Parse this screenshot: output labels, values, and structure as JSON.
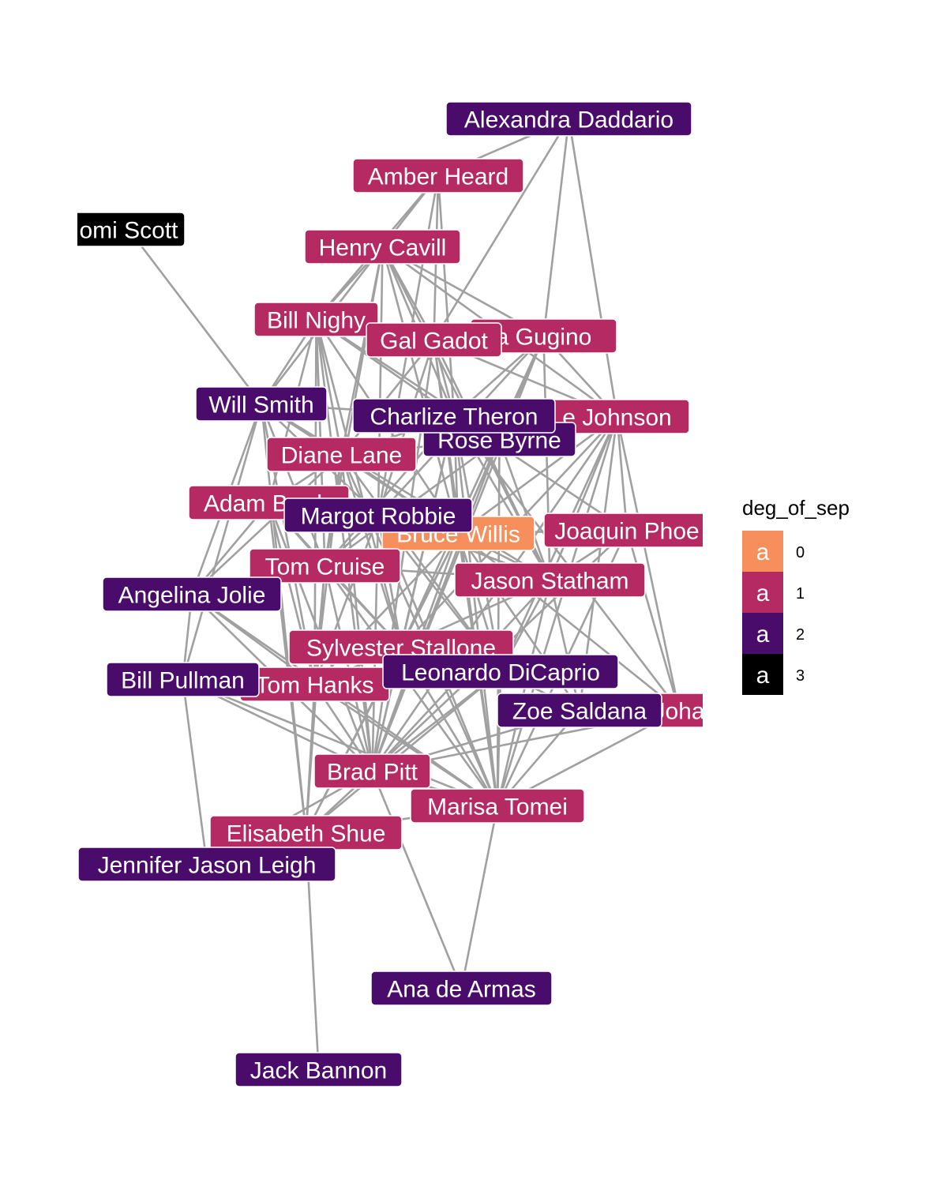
{
  "legend": {
    "title": "deg_of_sep",
    "key_glyph": "a",
    "items": [
      {
        "label": "0",
        "color": "#F68F5C"
      },
      {
        "label": "1",
        "color": "#B52A62"
      },
      {
        "label": "2",
        "color": "#4A0C6B"
      },
      {
        "label": "3",
        "color": "#000000"
      }
    ]
  },
  "edge_color": "#A0A0A0",
  "nodes": [
    {
      "id": "alexandra-daddario",
      "label": "Alexandra Daddario",
      "deg": 2
    },
    {
      "id": "amber-heard",
      "label": "Amber Heard",
      "deg": 1
    },
    {
      "id": "naomi-scott",
      "label": "omi Scott",
      "deg": 3
    },
    {
      "id": "henry-cavill",
      "label": "Henry Cavill",
      "deg": 1
    },
    {
      "id": "bill-nighy",
      "label": "Bill Nighy",
      "deg": 1
    },
    {
      "id": "carla-gugino",
      "label": "a Gugino",
      "deg": 1
    },
    {
      "id": "gal-gadot",
      "label": "Gal Gadot",
      "deg": 1
    },
    {
      "id": "will-smith",
      "label": "Will Smith",
      "deg": 2
    },
    {
      "id": "dwayne-johnson",
      "label": "e Johnson",
      "deg": 1
    },
    {
      "id": "rose-byrne",
      "label": "Rose Byrne",
      "deg": 2
    },
    {
      "id": "charlize-theron",
      "label": "Charlize Theron",
      "deg": 2
    },
    {
      "id": "diane-lane",
      "label": "Diane Lane",
      "deg": 1
    },
    {
      "id": "adam-brody",
      "label": "Adam Brody",
      "deg": 1
    },
    {
      "id": "bruce-willis",
      "label": "Bruce Willis",
      "deg": 0
    },
    {
      "id": "margot-robbie",
      "label": "Margot Robbie",
      "deg": 2
    },
    {
      "id": "joaquin-phoenix",
      "label": "Joaquin Phoe",
      "deg": 1
    },
    {
      "id": "tom-cruise",
      "label": "Tom Cruise",
      "deg": 1
    },
    {
      "id": "jason-statham",
      "label": "Jason Statham",
      "deg": 1
    },
    {
      "id": "angelina-jolie",
      "label": "Angelina Jolie",
      "deg": 2
    },
    {
      "id": "sylvester-stallone",
      "label": "Sylvester Stallone",
      "deg": 1
    },
    {
      "id": "tom-hanks",
      "label": "Tom Hanks",
      "deg": 1
    },
    {
      "id": "leonardo-dicaprio",
      "label": "Leonardo DiCaprio",
      "deg": 2
    },
    {
      "id": "bill-pullman",
      "label": "Bill Pullman",
      "deg": 2
    },
    {
      "id": "scarlett-johansson",
      "label": "Joha",
      "deg": 1
    },
    {
      "id": "zoe-saldana",
      "label": "Zoe Saldana",
      "deg": 2
    },
    {
      "id": "brad-pitt",
      "label": "Brad Pitt",
      "deg": 1
    },
    {
      "id": "marisa-tomei",
      "label": "Marisa Tomei",
      "deg": 1
    },
    {
      "id": "elisabeth-shue",
      "label": "Elisabeth Shue",
      "deg": 1
    },
    {
      "id": "jennifer-jason-leigh",
      "label": "Jennifer Jason Leigh",
      "deg": 2
    },
    {
      "id": "ana-de-armas",
      "label": "Ana de Armas",
      "deg": 2
    },
    {
      "id": "jack-bannon",
      "label": "Jack Bannon",
      "deg": 2
    }
  ],
  "edges": [
    [
      "naomi-scott",
      "will-smith"
    ],
    [
      "jack-bannon",
      "elisabeth-shue"
    ],
    [
      "ana-de-armas",
      "brad-pitt"
    ],
    [
      "ana-de-armas",
      "marisa-tomei"
    ],
    [
      "alexandra-daddario",
      "amber-heard"
    ],
    [
      "alexandra-daddario",
      "carla-gugino"
    ],
    [
      "alexandra-daddario",
      "dwayne-johnson"
    ],
    [
      "alexandra-daddario",
      "gal-gadot"
    ],
    [
      "amber-heard",
      "henry-cavill"
    ],
    [
      "amber-heard",
      "gal-gadot"
    ],
    [
      "amber-heard",
      "bill-nighy"
    ],
    [
      "amber-heard",
      "charlize-theron"
    ],
    [
      "amber-heard",
      "margot-robbie"
    ],
    [
      "henry-cavill",
      "bill-nighy"
    ],
    [
      "henry-cavill",
      "gal-gadot"
    ],
    [
      "henry-cavill",
      "carla-gugino"
    ],
    [
      "henry-cavill",
      "dwayne-johnson"
    ],
    [
      "henry-cavill",
      "diane-lane"
    ],
    [
      "henry-cavill",
      "charlize-theron"
    ],
    [
      "henry-cavill",
      "bruce-willis"
    ],
    [
      "henry-cavill",
      "tom-cruise"
    ],
    [
      "henry-cavill",
      "jason-statham"
    ],
    [
      "henry-cavill",
      "will-smith"
    ],
    [
      "henry-cavill",
      "margot-robbie"
    ],
    [
      "bill-nighy",
      "will-smith"
    ],
    [
      "bill-nighy",
      "diane-lane"
    ],
    [
      "bill-nighy",
      "adam-brody"
    ],
    [
      "bill-nighy",
      "tom-cruise"
    ],
    [
      "bill-nighy",
      "bruce-willis"
    ],
    [
      "bill-nighy",
      "brad-pitt"
    ],
    [
      "bill-nighy",
      "sylvester-stallone"
    ],
    [
      "bill-nighy",
      "tom-hanks"
    ],
    [
      "bill-nighy",
      "charlize-theron"
    ],
    [
      "bill-nighy",
      "rose-byrne"
    ],
    [
      "gal-gadot",
      "charlize-theron"
    ],
    [
      "gal-gadot",
      "dwayne-johnson"
    ],
    [
      "gal-gadot",
      "bruce-willis"
    ],
    [
      "gal-gadot",
      "diane-lane"
    ],
    [
      "gal-gadot",
      "margot-robbie"
    ],
    [
      "gal-gadot",
      "jason-statham"
    ],
    [
      "gal-gadot",
      "marisa-tomei"
    ],
    [
      "gal-gadot",
      "brad-pitt"
    ],
    [
      "carla-gugino",
      "dwayne-johnson"
    ],
    [
      "carla-gugino",
      "charlize-theron"
    ],
    [
      "carla-gugino",
      "bruce-willis"
    ],
    [
      "carla-gugino",
      "jason-statham"
    ],
    [
      "carla-gugino",
      "margot-robbie"
    ],
    [
      "carla-gugino",
      "sylvester-stallone"
    ],
    [
      "carla-gugino",
      "brad-pitt"
    ],
    [
      "will-smith",
      "charlize-theron"
    ],
    [
      "will-smith",
      "margot-robbie"
    ],
    [
      "will-smith",
      "angelina-jolie"
    ],
    [
      "will-smith",
      "tom-cruise"
    ],
    [
      "will-smith",
      "bill-pullman"
    ],
    [
      "will-smith",
      "tom-hanks"
    ],
    [
      "will-smith",
      "bruce-willis"
    ],
    [
      "will-smith",
      "jason-statham"
    ],
    [
      "will-smith",
      "elisabeth-shue"
    ],
    [
      "dwayne-johnson",
      "bruce-willis"
    ],
    [
      "dwayne-johnson",
      "jason-statham"
    ],
    [
      "dwayne-johnson",
      "joaquin-phoenix"
    ],
    [
      "dwayne-johnson",
      "sylvester-stallone"
    ],
    [
      "dwayne-johnson",
      "zoe-saldana"
    ],
    [
      "dwayne-johnson",
      "leonardo-dicaprio"
    ],
    [
      "dwayne-johnson",
      "scarlett-johansson"
    ],
    [
      "dwayne-johnson",
      "marisa-tomei"
    ],
    [
      "dwayne-johnson",
      "brad-pitt"
    ],
    [
      "charlize-theron",
      "bruce-willis"
    ],
    [
      "charlize-theron",
      "diane-lane"
    ],
    [
      "charlize-theron",
      "joaquin-phoenix"
    ],
    [
      "charlize-theron",
      "jason-statham"
    ],
    [
      "charlize-theron",
      "tom-cruise"
    ],
    [
      "charlize-theron",
      "brad-pitt"
    ],
    [
      "charlize-theron",
      "marisa-tomei"
    ],
    [
      "charlize-theron",
      "sylvester-stallone"
    ],
    [
      "charlize-theron",
      "leonardo-dicaprio"
    ],
    [
      "charlize-theron",
      "scarlett-johansson"
    ],
    [
      "rose-byrne",
      "bruce-willis"
    ],
    [
      "rose-byrne",
      "diane-lane"
    ],
    [
      "rose-byrne",
      "tom-cruise"
    ],
    [
      "rose-byrne",
      "brad-pitt"
    ],
    [
      "rose-byrne",
      "marisa-tomei"
    ],
    [
      "rose-byrne",
      "jason-statham"
    ],
    [
      "diane-lane",
      "adam-brody"
    ],
    [
      "diane-lane",
      "tom-cruise"
    ],
    [
      "diane-lane",
      "bruce-willis"
    ],
    [
      "diane-lane",
      "sylvester-stallone"
    ],
    [
      "diane-lane",
      "tom-hanks"
    ],
    [
      "diane-lane",
      "brad-pitt"
    ],
    [
      "diane-lane",
      "marisa-tomei"
    ],
    [
      "diane-lane",
      "angelina-jolie"
    ],
    [
      "diane-lane",
      "leonardo-dicaprio"
    ],
    [
      "adam-brody",
      "tom-cruise"
    ],
    [
      "adam-brody",
      "bruce-willis"
    ],
    [
      "adam-brody",
      "sylvester-stallone"
    ],
    [
      "adam-brody",
      "tom-hanks"
    ],
    [
      "adam-brody",
      "brad-pitt"
    ],
    [
      "adam-brody",
      "angelina-jolie"
    ],
    [
      "adam-brody",
      "elisabeth-shue"
    ],
    [
      "margot-robbie",
      "bruce-willis"
    ],
    [
      "margot-robbie",
      "tom-cruise"
    ],
    [
      "margot-robbie",
      "brad-pitt"
    ],
    [
      "margot-robbie",
      "leonardo-dicaprio"
    ],
    [
      "margot-robbie",
      "tom-hanks"
    ],
    [
      "margot-robbie",
      "marisa-tomei"
    ],
    [
      "margot-robbie",
      "sylvester-stallone"
    ],
    [
      "margot-robbie",
      "jason-statham"
    ],
    [
      "bruce-willis",
      "joaquin-phoenix"
    ],
    [
      "bruce-willis",
      "tom-cruise"
    ],
    [
      "bruce-willis",
      "jason-statham"
    ],
    [
      "bruce-willis",
      "sylvester-stallone"
    ],
    [
      "bruce-willis",
      "tom-hanks"
    ],
    [
      "bruce-willis",
      "brad-pitt"
    ],
    [
      "bruce-willis",
      "marisa-tomei"
    ],
    [
      "bruce-willis",
      "elisabeth-shue"
    ],
    [
      "bruce-willis",
      "leonardo-dicaprio"
    ],
    [
      "bruce-willis",
      "zoe-saldana"
    ],
    [
      "bruce-willis",
      "angelina-jolie"
    ],
    [
      "bruce-willis",
      "scarlett-johansson"
    ],
    [
      "joaquin-phoenix",
      "jason-statham"
    ],
    [
      "joaquin-phoenix",
      "marisa-tomei"
    ],
    [
      "joaquin-phoenix",
      "scarlett-johansson"
    ],
    [
      "joaquin-phoenix",
      "brad-pitt"
    ],
    [
      "tom-cruise",
      "jason-statham"
    ],
    [
      "tom-cruise",
      "sylvester-stallone"
    ],
    [
      "tom-cruise",
      "tom-hanks"
    ],
    [
      "tom-cruise",
      "brad-pitt"
    ],
    [
      "tom-cruise",
      "marisa-tomei"
    ],
    [
      "tom-cruise",
      "angelina-jolie"
    ],
    [
      "tom-cruise",
      "elisabeth-shue"
    ],
    [
      "jason-statham",
      "sylvester-stallone"
    ],
    [
      "jason-statham",
      "brad-pitt"
    ],
    [
      "jason-statham",
      "marisa-tomei"
    ],
    [
      "jason-statham",
      "zoe-saldana"
    ],
    [
      "jason-statham",
      "leonardo-dicaprio"
    ],
    [
      "angelina-jolie",
      "brad-pitt"
    ],
    [
      "angelina-jolie",
      "bill-pullman"
    ],
    [
      "angelina-jolie",
      "tom-hanks"
    ],
    [
      "angelina-jolie",
      "marisa-tomei"
    ],
    [
      "sylvester-stallone",
      "brad-pitt"
    ],
    [
      "sylvester-stallone",
      "marisa-tomei"
    ],
    [
      "sylvester-stallone",
      "tom-hanks"
    ],
    [
      "sylvester-stallone",
      "elisabeth-shue"
    ],
    [
      "tom-hanks",
      "brad-pitt"
    ],
    [
      "tom-hanks",
      "elisabeth-shue"
    ],
    [
      "tom-hanks",
      "marisa-tomei"
    ],
    [
      "tom-hanks",
      "bill-pullman"
    ],
    [
      "leonardo-dicaprio",
      "brad-pitt"
    ],
    [
      "leonardo-dicaprio",
      "marisa-tomei"
    ],
    [
      "leonardo-dicaprio",
      "elisabeth-shue"
    ],
    [
      "leonardo-dicaprio",
      "zoe-saldana"
    ],
    [
      "bill-pullman",
      "brad-pitt"
    ],
    [
      "bill-pullman",
      "jennifer-jason-leigh"
    ],
    [
      "bill-pullman",
      "marisa-tomei"
    ],
    [
      "zoe-saldana",
      "brad-pitt"
    ],
    [
      "zoe-saldana",
      "marisa-tomei"
    ],
    [
      "scarlett-johansson",
      "marisa-tomei"
    ],
    [
      "scarlett-johansson",
      "brad-pitt"
    ],
    [
      "brad-pitt",
      "marisa-tomei"
    ],
    [
      "brad-pitt",
      "elisabeth-shue"
    ],
    [
      "brad-pitt",
      "jennifer-jason-leigh"
    ],
    [
      "marisa-tomei",
      "elisabeth-shue"
    ],
    [
      "elisabeth-shue",
      "jennifer-jason-leigh"
    ]
  ]
}
